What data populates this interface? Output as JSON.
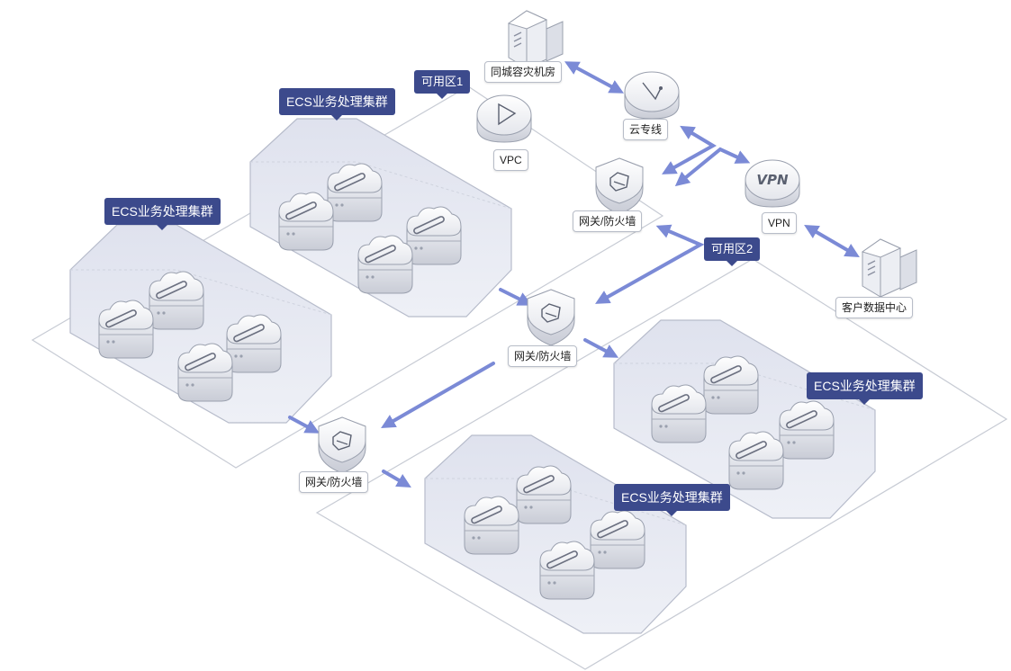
{
  "zones": {
    "az1": "可用区1",
    "az2": "可用区2"
  },
  "clusters": [
    {
      "id": "c1",
      "label": "ECS业务处理集群"
    },
    {
      "id": "c2",
      "label": "ECS业务处理集群"
    },
    {
      "id": "c3",
      "label": "ECS业务处理集群"
    },
    {
      "id": "c4",
      "label": "ECS业务处理集群"
    }
  ],
  "nodes": {
    "disaster_room": "同城容灾机房",
    "direct_connect": "云专线",
    "vpc": "VPC",
    "vpn": "VPN",
    "customer_dc": "客户数据中心",
    "gateway_top": "网关/防火墙",
    "gateway_mid": "网关/防火墙",
    "gateway_bottom": "网关/防火墙"
  },
  "icons": {
    "vpn_text": "VPN"
  },
  "colors": {
    "arrow": "#7b8ad6",
    "tag_bg": "#3c4a8c",
    "platform_stroke": "#c7cbd4",
    "cluster_fill": "#e6e8f1"
  }
}
